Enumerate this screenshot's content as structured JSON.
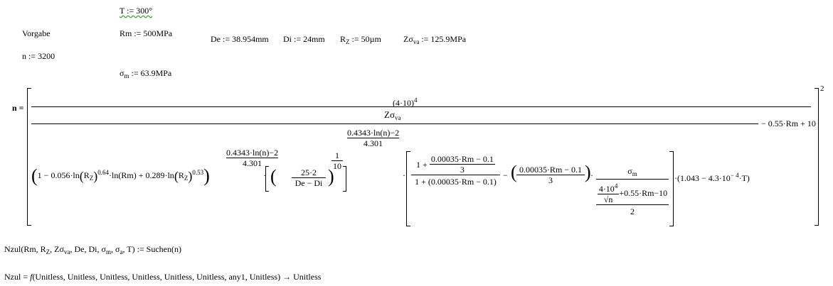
{
  "givens": {
    "T": "T := 300°",
    "vorgabe": "Vorgabe",
    "Rm": "Rm := 500MPa",
    "n": "n := 3200",
    "sigma_m_label": "σ",
    "sigma_m_sub": "m",
    "sigma_m_val": ":= 63.9MPa",
    "De": "De := 38.954mm",
    "Di": "Di := 24mm",
    "RZ_label": "R",
    "RZ_sub": "Z",
    "RZ_val": ":= 50µm",
    "Zs_label": "Zσ",
    "Zs_sub": "va",
    "Zs_val": ":= 125.9MPa"
  },
  "equation": {
    "lhs": "n =",
    "top_num": "(4·10)",
    "top_num_exp": "4",
    "zs": "Zσ",
    "zs_sub": "va",
    "outer_exp": "2",
    "tail": "− 0.55·Rm + 10",
    "exp_num": "0.4343·ln(n)−2",
    "exp_den": "4.301",
    "factor1_a": "1 − 0.056·ln",
    "factor1_r": "R",
    "factor1_rsub": "Z",
    "factor1_exp064": "0.64",
    "factor1_b": "·ln(Rm) + 0.289·ln",
    "factor1_exp053": "0.53",
    "exp2_num": "0.4343·ln(n)−2",
    "exp2_den": "4.301",
    "f2_num": "25·2",
    "f2_den": "De − Di",
    "f2_exp_num": "1",
    "f2_exp_den": "10",
    "b_num_a": "1 +",
    "b_num_fnum": "0.00035·Rm − 0.1",
    "b_num_fden": "3",
    "b_den": "1 + (0.00035·Rm − 0.1)",
    "minus": "−",
    "paren_num": "0.00035·Rm − 0.1",
    "paren_den": "3",
    "sig_num": "σ",
    "sig_num_sub": "m",
    "sig_den_a": "4·10",
    "sig_den_a_exp": "4",
    "sig_den_sqrt": "n",
    "sig_den_b": "+0.55·Rm−10",
    "sig_den_two": "2",
    "last_factor": "1.043 − 4.3·10",
    "last_exp": "− 4",
    "last_tail": "·T"
  },
  "nzul_def": {
    "name": "Nzul",
    "args": "Rm, R",
    "args_sub_z": "Z",
    "args2": ", Zσ",
    "args_sub_va": "va",
    "args3": ", De, Di, σ",
    "args_sub_m": "m",
    "args4": ", σ",
    "args_sub_a": "a",
    "args5": ", T",
    "rhs": ":= Suchen(n)"
  },
  "nzul_result": {
    "lhs": "Nzul =",
    "f": "f",
    "rhs": "(Unitless, Unitless, Unitless, Unitless, Unitless, Unitless, any1, Unitless) → Unitless"
  }
}
